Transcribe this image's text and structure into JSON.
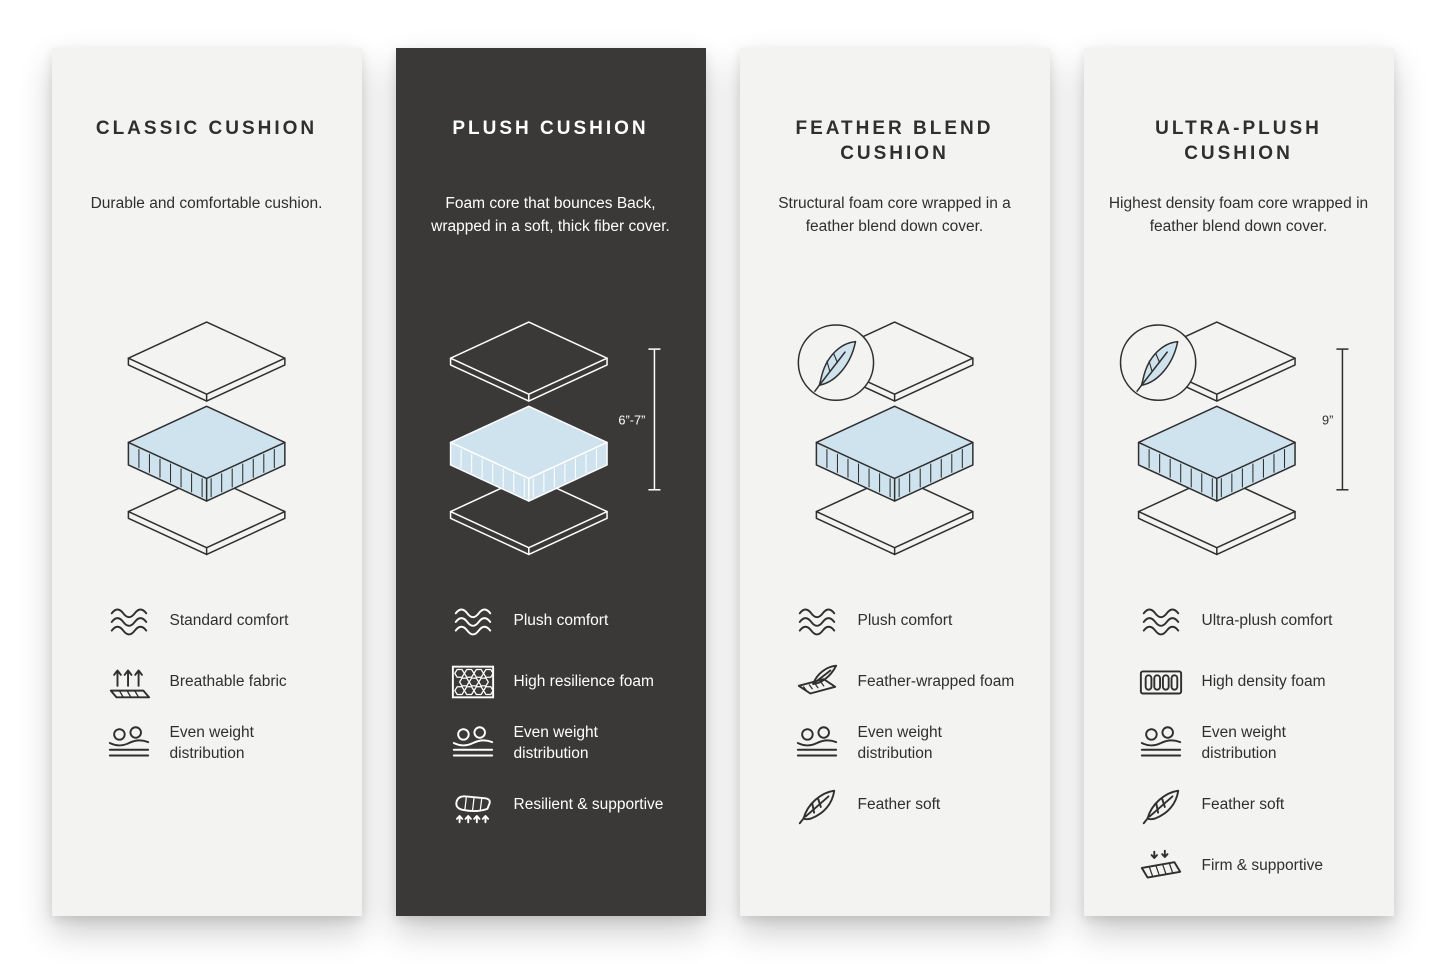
{
  "page": {
    "background": "#ffffff",
    "type": "cushion-comparison-infographic"
  },
  "colors": {
    "card_light": "#f3f3f1",
    "card_dark": "#3a3937",
    "foam_blue": "#cfe3ee",
    "ink": "#2f2f2d",
    "dark_card_text": "#ffffff"
  },
  "cards": [
    {
      "id": "classic",
      "theme": "light",
      "title": "CLASSIC CUSHION",
      "description": "Durable and comfortable cushion.",
      "dimension": null,
      "has_feather_badge": false,
      "features": [
        {
          "icon": "wave-icon",
          "label": "Standard comfort"
        },
        {
          "icon": "breathable-fabric-icon",
          "label": "Breathable fabric"
        },
        {
          "icon": "weight-distribution-icon",
          "label": "Even weight distribution"
        }
      ]
    },
    {
      "id": "plush",
      "theme": "dark",
      "title": "PLUSH CUSHION",
      "description": "Foam core that bounces Back, wrapped in a soft, thick fiber cover.",
      "dimension": "6”-7”",
      "has_feather_badge": false,
      "features": [
        {
          "icon": "wave-icon",
          "label": "Plush comfort"
        },
        {
          "icon": "honeycomb-foam-icon",
          "label": "High resilience foam"
        },
        {
          "icon": "weight-distribution-icon",
          "label": "Even weight distribution"
        },
        {
          "icon": "resilient-cushion-icon",
          "label": "Resilient & supportive"
        }
      ]
    },
    {
      "id": "feather-blend",
      "theme": "light",
      "title": "FEATHER BLEND CUSHION",
      "description": "Structural foam core wrapped in a feather blend down cover.",
      "dimension": null,
      "has_feather_badge": true,
      "features": [
        {
          "icon": "wave-icon",
          "label": "Plush comfort"
        },
        {
          "icon": "feather-wrapped-foam-icon",
          "label": "Feather-wrapped foam"
        },
        {
          "icon": "weight-distribution-icon",
          "label": "Even weight distribution"
        },
        {
          "icon": "feather-icon",
          "label": "Feather soft"
        }
      ]
    },
    {
      "id": "ultra-plush",
      "theme": "light",
      "title": "ULTRA-PLUSH CUSHION",
      "description": "Highest density foam core wrapped in feather blend down cover.",
      "dimension": "9”",
      "has_feather_badge": true,
      "features": [
        {
          "icon": "wave-icon",
          "label": "Ultra-plush comfort"
        },
        {
          "icon": "foam-coils-icon",
          "label": "High density foam"
        },
        {
          "icon": "weight-distribution-icon",
          "label": "Even weight distribution"
        },
        {
          "icon": "feather-icon",
          "label": "Feather soft"
        },
        {
          "icon": "firm-supportive-icon",
          "label": "Firm & supportive"
        }
      ]
    }
  ]
}
